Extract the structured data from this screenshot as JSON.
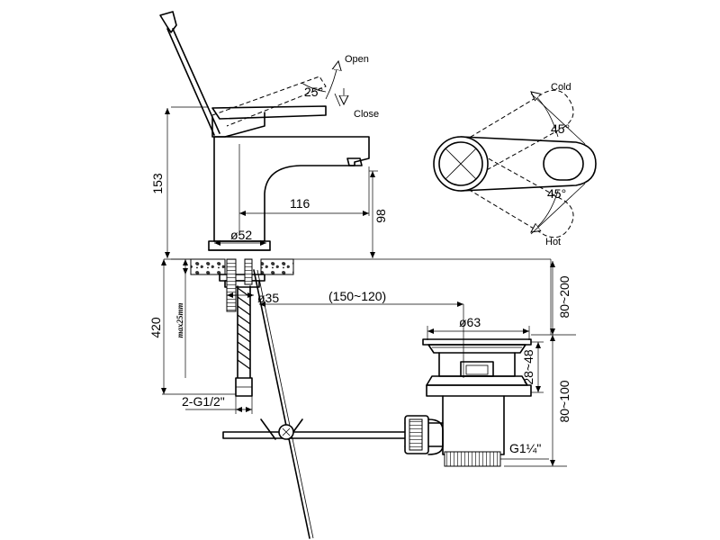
{
  "labels": {
    "open": "Open",
    "close": "Close",
    "angle_lever": "25°",
    "cold": "Cold",
    "hot": "Hot",
    "angle_cold": "45°",
    "angle_hot": "45°",
    "height_153": "153",
    "spout_116": "116",
    "height_98": "98",
    "base_dia": "ø52",
    "hole_dia": "ø35",
    "hose_420": "420",
    "max_thickness": "max25mm",
    "connector": "2-G1/2\"",
    "range": "(150~120)",
    "waste_dia": "ø63",
    "range_28_48": "28~48",
    "range_80_200": "80~200",
    "range_80_100": "80~100",
    "waste_thread": "G1¼\""
  }
}
